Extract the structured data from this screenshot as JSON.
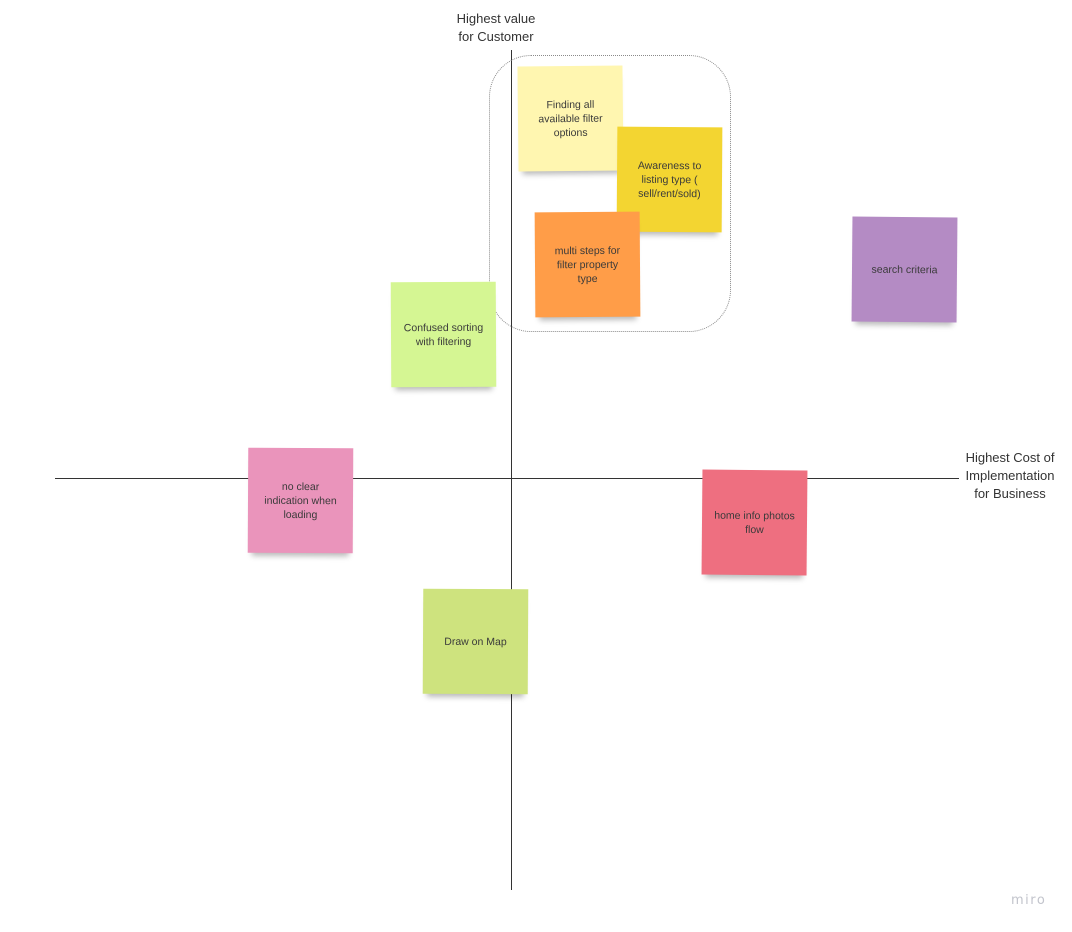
{
  "axes": {
    "vertical_label": "Highest value\nfor Customer",
    "horizontal_label": "Highest Cost of\nImplementation\nfor Business"
  },
  "notes": {
    "finding": {
      "text": "Finding all available filter options",
      "color": "#FFF6B0"
    },
    "awareness": {
      "text": "Awareness to listing type ( sell/rent/sold)",
      "color": "#F3D531"
    },
    "multi": {
      "text": "multi steps for filter property type",
      "color": "#FF9D48"
    },
    "search": {
      "text": "search criteria",
      "color": "#B48BC4"
    },
    "confused": {
      "text": "Confused sorting with filtering",
      "color": "#D5F693"
    },
    "noclear": {
      "text": "no clear indication when loading",
      "color": "#EA94BB"
    },
    "home": {
      "text": "home info photos flow",
      "color": "#EE6F80"
    },
    "draw": {
      "text": "Draw on Map",
      "color": "#CEE37E"
    }
  },
  "watermark": "miro"
}
